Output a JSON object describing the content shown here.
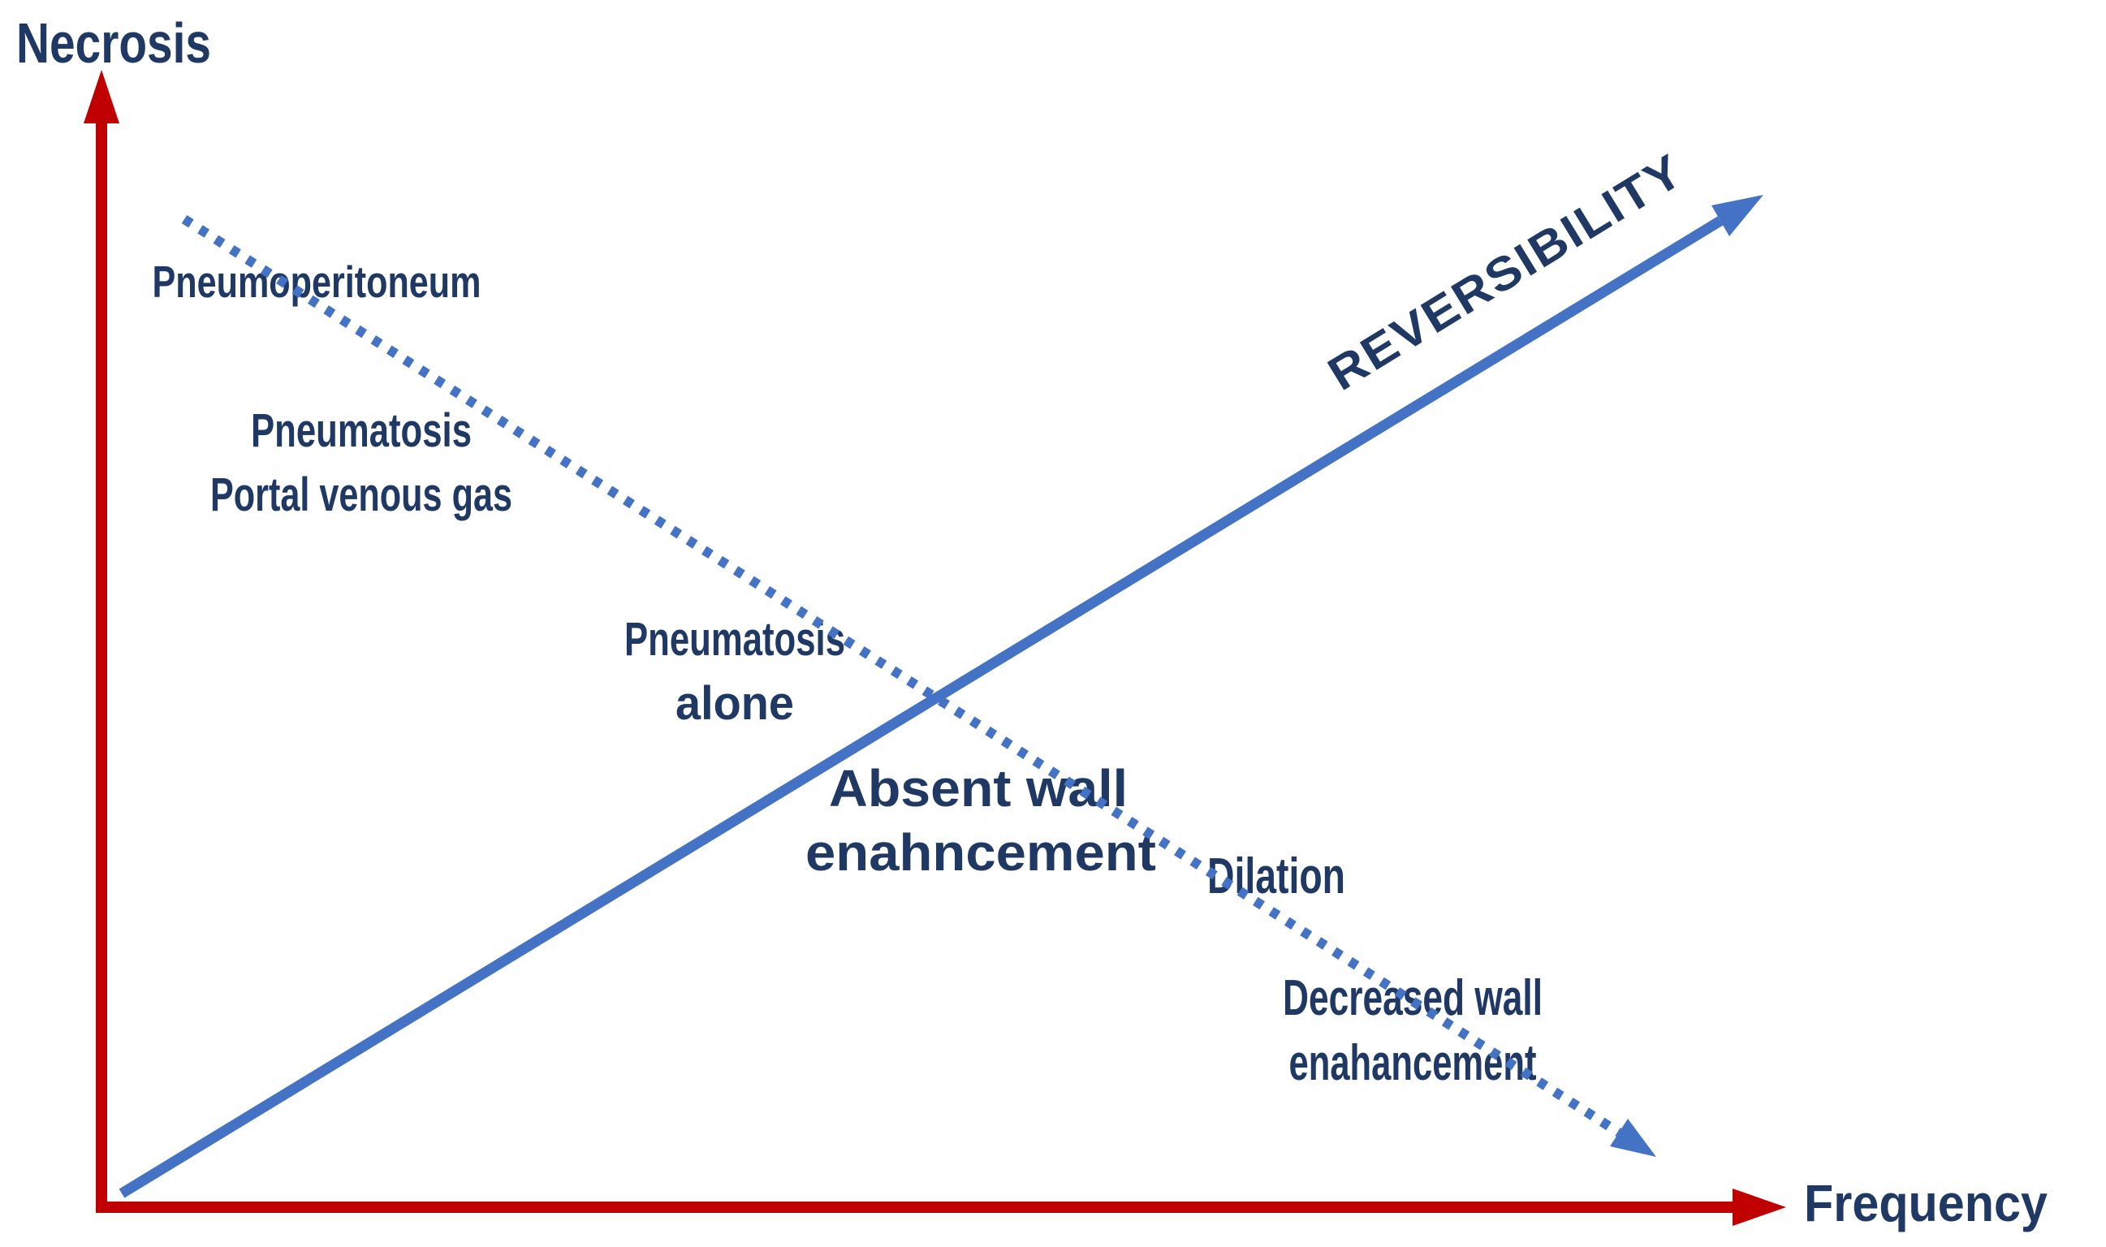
{
  "figure": {
    "background": "#ffffff",
    "axis_color": "#c00000",
    "line_color": "#4472c4",
    "text_color": "#1f3864"
  },
  "axes": {
    "y_label": "Necrosis",
    "x_label": "Frequency"
  },
  "arrows": {
    "reversibility_label": "REVERSIBILITY",
    "necrosis_trend_style": "dotted",
    "reversibility_trend_style": "solid"
  },
  "findings": [
    {
      "line1": "Pneumoperitoneum",
      "line2": ""
    },
    {
      "line1": "Pneumatosis",
      "line2": "Portal venous gas"
    },
    {
      "line1": "Pneumatosis",
      "line2": "alone"
    },
    {
      "line1": "Absent wall",
      "line2": "enahncement"
    },
    {
      "line1": "Dilation",
      "line2": ""
    },
    {
      "line1": "Decreased wall",
      "line2": "enahancement"
    }
  ],
  "chart_data": {
    "type": "scatter",
    "title": "",
    "xlabel": "Frequency",
    "ylabel": "Necrosis",
    "x_range": [
      0,
      1
    ],
    "y_range": [
      0,
      1
    ],
    "grid": false,
    "legend": "none",
    "annotations": [
      {
        "label": "Pneumoperitoneum",
        "x": 0.13,
        "y": 0.81
      },
      {
        "label": "Pneumatosis / Portal venous gas",
        "x": 0.15,
        "y": 0.65
      },
      {
        "label": "Pneumatosis alone",
        "x": 0.38,
        "y": 0.47
      },
      {
        "label": "Absent wall enahncement",
        "x": 0.52,
        "y": 0.34
      },
      {
        "label": "Dilation",
        "x": 0.7,
        "y": 0.29
      },
      {
        "label": "Decreased wall enahancement",
        "x": 0.78,
        "y": 0.16
      }
    ],
    "lines": [
      {
        "name": "Necrosis trend",
        "style": "dotted",
        "color": "#4472c4",
        "arrow": "end",
        "points": [
          [
            0.05,
            0.87
          ],
          [
            0.92,
            0.04
          ]
        ]
      },
      {
        "name": "REVERSIBILITY trend",
        "style": "solid",
        "color": "#4472c4",
        "arrow": "end",
        "points": [
          [
            0.01,
            0.01
          ],
          [
            0.99,
            0.89
          ]
        ]
      }
    ]
  }
}
